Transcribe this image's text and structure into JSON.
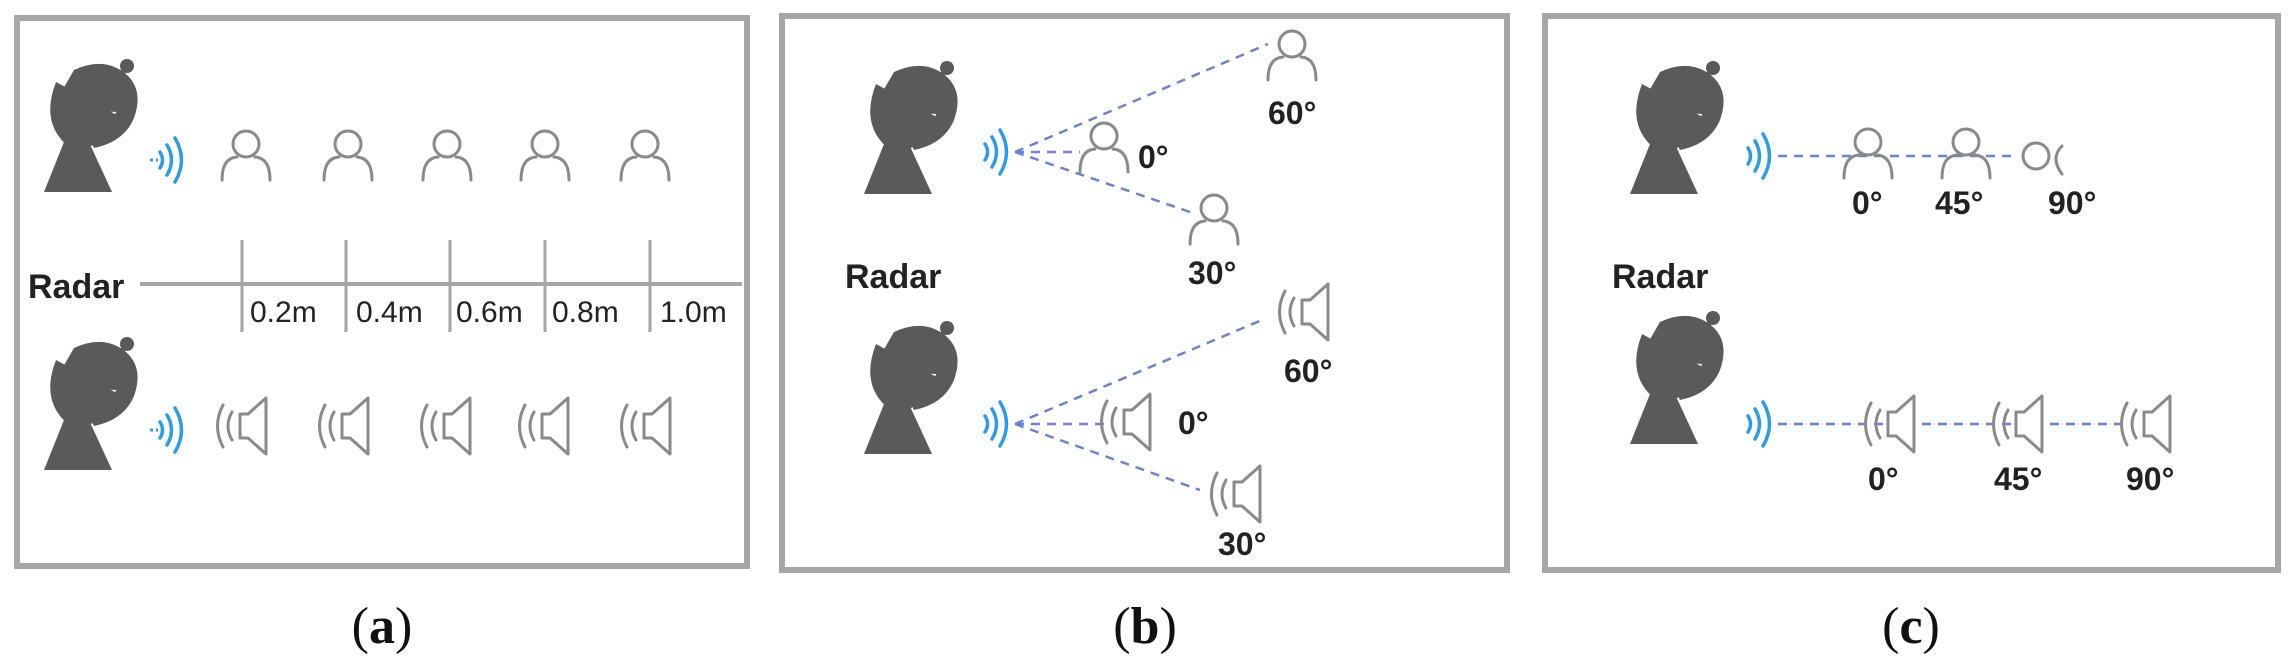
{
  "colors": {
    "frame": "#a6a6a6",
    "radar": "#5a5a5a",
    "waves": "#2f9be0",
    "dashed_line": "#6f84c8",
    "icon_stroke": "#8a8a8a",
    "text": "#222222"
  },
  "icons": {
    "radar": "radar-dish-icon",
    "person": "person-icon",
    "speaker": "speaker-icon",
    "waves": "signal-waves-icon"
  },
  "panel_a": {
    "caption": "(a)",
    "caption_letter": "a",
    "radar_label": "Radar",
    "distances": [
      "0.2m",
      "0.4m",
      "0.6m",
      "0.8m",
      "1.0m"
    ]
  },
  "panel_b": {
    "caption": "(b)",
    "caption_letter": "b",
    "radar_label": "Radar",
    "person_angles": [
      "0°",
      "30°",
      "60°"
    ],
    "speaker_angles": [
      "0°",
      "30°",
      "60°"
    ]
  },
  "panel_c": {
    "caption": "(c)",
    "caption_letter": "c",
    "radar_label": "Radar",
    "person_angles": [
      "0°",
      "45°",
      "90°"
    ],
    "speaker_angles": [
      "0°",
      "45°",
      "90°"
    ]
  }
}
